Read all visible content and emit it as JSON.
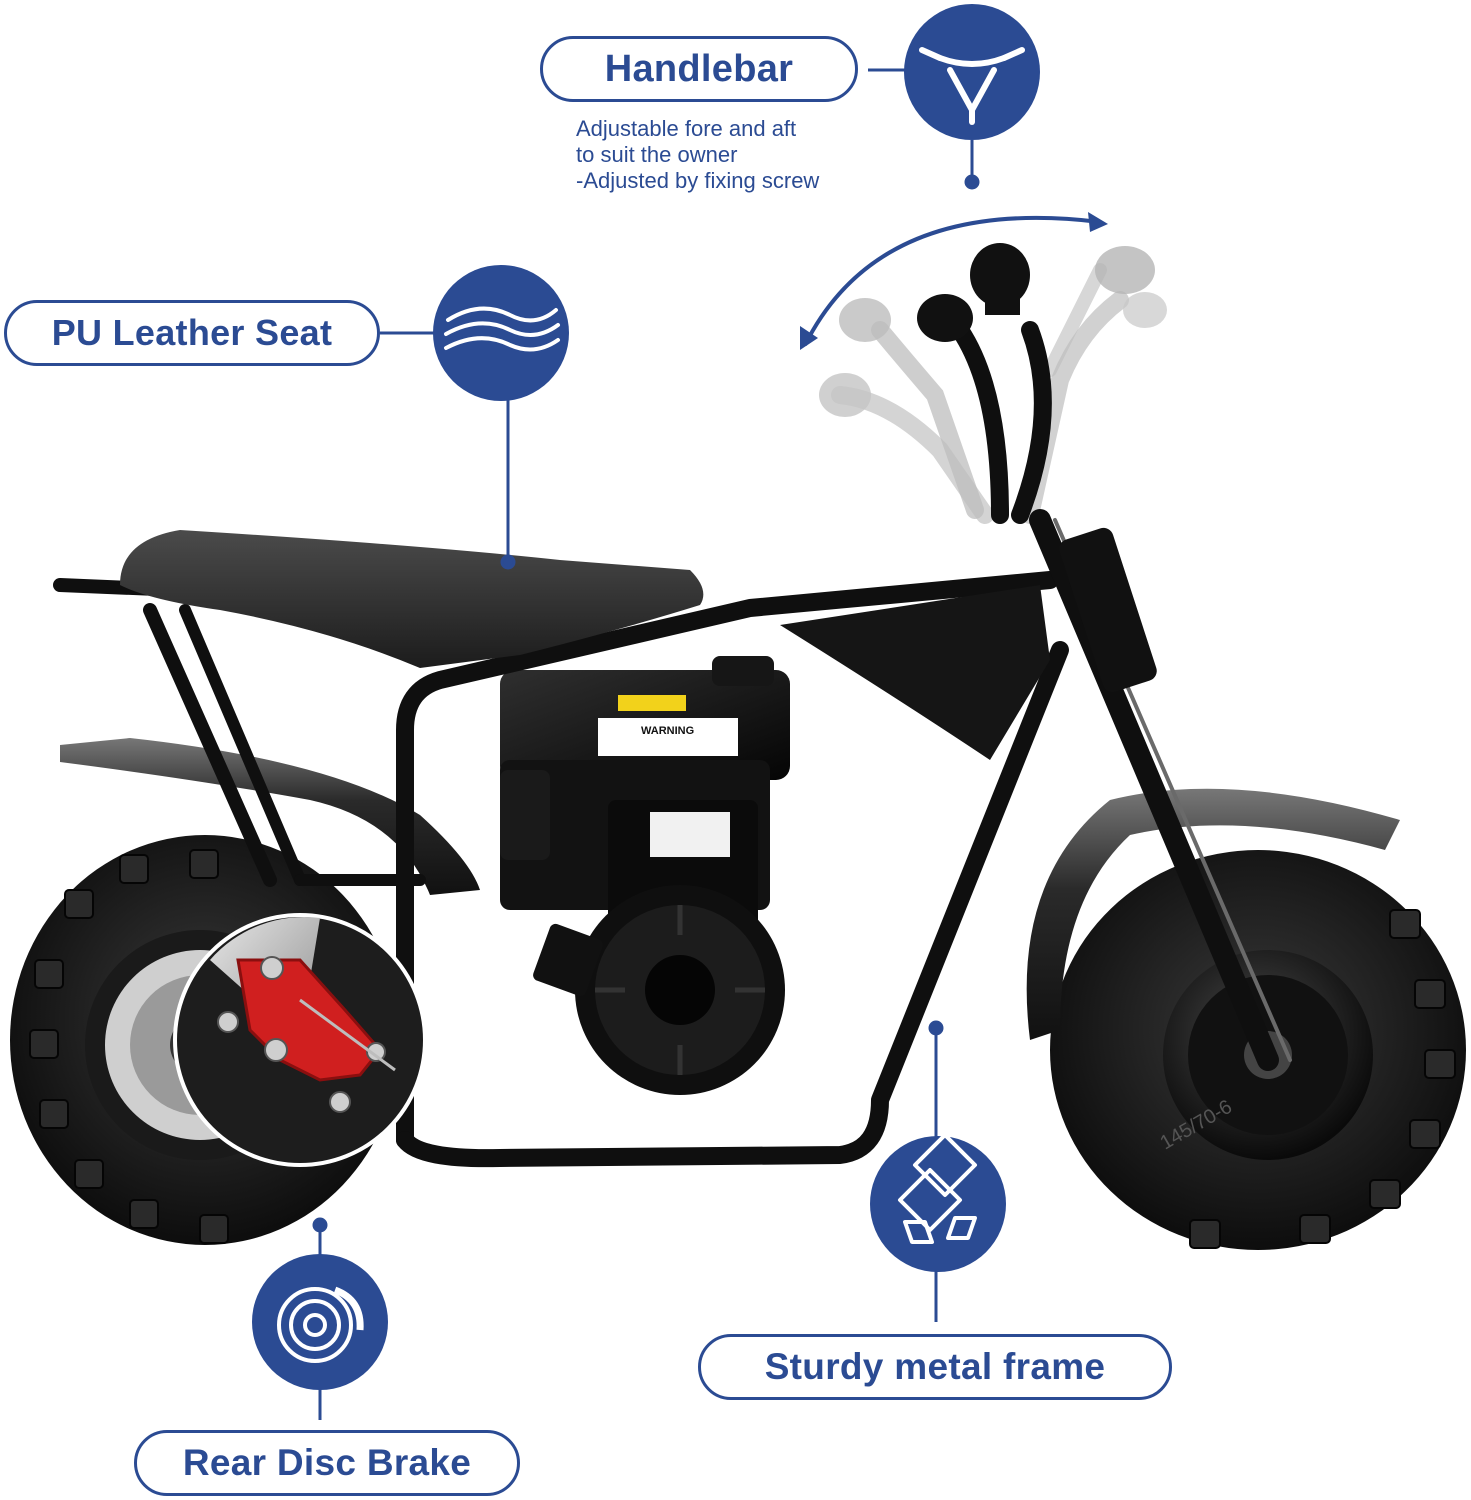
{
  "callouts": {
    "handlebar": {
      "label": "Handlebar",
      "icon": "handlebar-icon",
      "desc_line1": "Adjustable fore and aft",
      "desc_line2": "to suit the owner",
      "desc_line3": "-Adjusted by fixing screw"
    },
    "seat": {
      "label": "PU Leather Seat",
      "icon": "seat-cushion-icon"
    },
    "brake": {
      "label": "Rear Disc Brake",
      "icon": "disc-brake-icon"
    },
    "frame": {
      "label": "Sturdy metal frame",
      "icon": "metal-bars-icon"
    }
  },
  "photo": {
    "subject": "mini-bike-photo",
    "warning_label": "WARNING",
    "tire_marking": "145/70-6"
  },
  "colors": {
    "accent": "#2b4b93",
    "bike_black": "#111111",
    "brake_caliper": "#d01f1f",
    "ghost_handlebar": "#b9b9b9"
  }
}
